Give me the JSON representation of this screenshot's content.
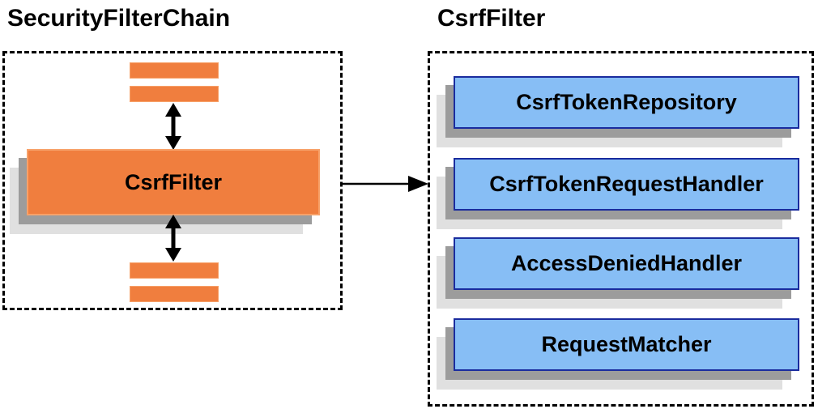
{
  "left_panel": {
    "title": "SecurityFilterChain",
    "filter_box_label": "CsrfFilter"
  },
  "right_panel": {
    "title": "CsrfFilter",
    "components": [
      "CsrfTokenRepository",
      "CsrfTokenRequestHandler",
      "AccessDeniedHandler",
      "RequestMatcher"
    ]
  },
  "colors": {
    "orange_fill": "#F07E3E",
    "orange_border": "#F7A169",
    "blue_fill": "#87BEF5",
    "blue_border": "#1A2C9E",
    "shadow_dark": "#9C9C9C",
    "shadow_light": "#E0E0E0",
    "arrow": "#000000"
  }
}
